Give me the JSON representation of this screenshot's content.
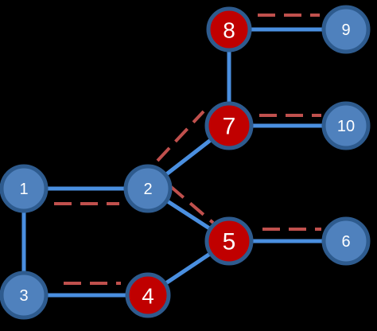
{
  "colors": {
    "background": "#000000",
    "edge_solid": "#4a8fe0",
    "edge_dashed": "#c0504d",
    "node_blue_fill": "#4f81bd",
    "node_blue_stroke": "#2e5b8e",
    "node_red_fill": "#c00000",
    "node_red_stroke": "#2e5b8e",
    "label": "#ffffff"
  },
  "nodes": [
    {
      "id": "1",
      "label": "1",
      "color": "blue"
    },
    {
      "id": "2",
      "label": "2",
      "color": "blue"
    },
    {
      "id": "3",
      "label": "3",
      "color": "blue"
    },
    {
      "id": "4",
      "label": "4",
      "color": "red"
    },
    {
      "id": "5",
      "label": "5",
      "color": "red"
    },
    {
      "id": "6",
      "label": "6",
      "color": "blue"
    },
    {
      "id": "7",
      "label": "7",
      "color": "red"
    },
    {
      "id": "8",
      "label": "8",
      "color": "red"
    },
    {
      "id": "9",
      "label": "9",
      "color": "blue"
    },
    {
      "id": "10",
      "label": "10",
      "color": "blue"
    }
  ],
  "edges_solid": [
    {
      "from": "1",
      "to": "2"
    },
    {
      "from": "1",
      "to": "3"
    },
    {
      "from": "3",
      "to": "4"
    },
    {
      "from": "4",
      "to": "5"
    },
    {
      "from": "2",
      "to": "5"
    },
    {
      "from": "2",
      "to": "7"
    },
    {
      "from": "5",
      "to": "6"
    },
    {
      "from": "7",
      "to": "10"
    },
    {
      "from": "7",
      "to": "8"
    },
    {
      "from": "8",
      "to": "9"
    }
  ],
  "edges_dashed": [
    {
      "from": "1",
      "to": "2"
    },
    {
      "from": "3",
      "to": "4"
    },
    {
      "from": "2",
      "to": "7"
    },
    {
      "from": "2",
      "to": "5"
    },
    {
      "from": "5",
      "to": "6"
    },
    {
      "from": "7",
      "to": "10"
    },
    {
      "from": "8",
      "to": "9"
    }
  ]
}
